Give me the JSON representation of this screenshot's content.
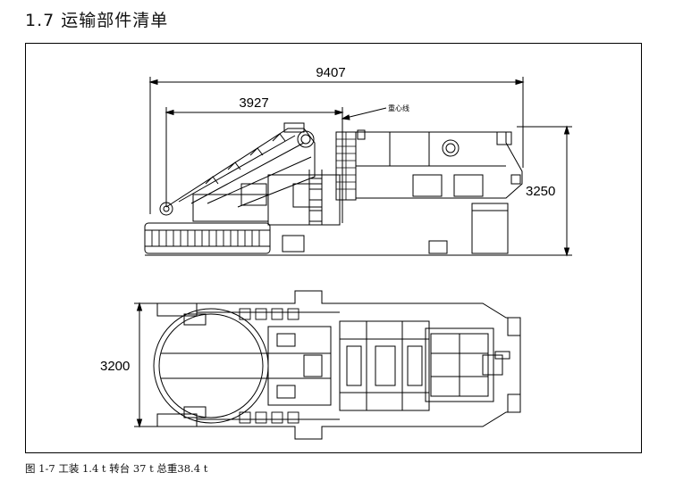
{
  "section_title": "1.7 运输部件清单",
  "drawing": {
    "overall_length": "9407",
    "front_length": "3927",
    "overall_height": "3250",
    "overall_width": "3200",
    "center_of_gravity_label": "重心线"
  },
  "caption": "图 1-7 工装 1.4 t 转台 37 t 总重38.4 t"
}
